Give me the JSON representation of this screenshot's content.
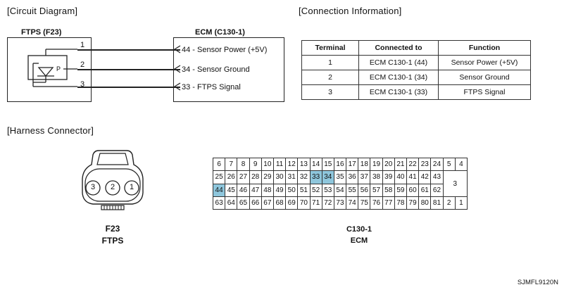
{
  "circuit": {
    "title": "[Circuit Diagram]",
    "ftps_label": "FTPS (F23)",
    "ecm_label": "ECM (C130-1)",
    "sensor_p": "P",
    "wire_nums": [
      "1",
      "2",
      "3"
    ],
    "ecm_pins": [
      "44 - Sensor Power (+5V)",
      "34 - Sensor Ground",
      "33 - FTPS Signal"
    ]
  },
  "connection": {
    "title": "[Connection Information]",
    "headers": [
      "Terminal",
      "Connected to",
      "Function"
    ],
    "rows": [
      [
        "1",
        "ECM C130-1 (44)",
        "Sensor Power (+5V)"
      ],
      [
        "2",
        "ECM C130-1 (34)",
        "Sensor Ground"
      ],
      [
        "3",
        "ECM C130-1 (33)",
        "FTPS Signal"
      ]
    ]
  },
  "harness": {
    "title": "[Harness Connector]",
    "f23_pins": [
      "3",
      "2",
      "1"
    ],
    "f23_label": "F23",
    "f23_name": "FTPS",
    "ecm_row1": [
      "6",
      "7",
      "8",
      "9",
      "10",
      "11",
      "12",
      "13",
      "14",
      "15",
      "16",
      "17",
      "18",
      "19",
      "20",
      "21",
      "22",
      "23",
      "24",
      "5",
      "4"
    ],
    "ecm_row2": [
      "25",
      "26",
      "27",
      "28",
      "29",
      "30",
      "31",
      "32",
      "33",
      "34",
      "35",
      "36",
      "37",
      "38",
      "39",
      "40",
      "41",
      "42",
      "43"
    ],
    "ecm_row3": [
      "44",
      "45",
      "46",
      "47",
      "48",
      "49",
      "50",
      "51",
      "52",
      "53",
      "54",
      "55",
      "56",
      "57",
      "58",
      "59",
      "60",
      "61",
      "62"
    ],
    "ecm_row4": [
      "63",
      "64",
      "65",
      "66",
      "67",
      "68",
      "69",
      "70",
      "71",
      "72",
      "73",
      "74",
      "75",
      "76",
      "77",
      "78",
      "79",
      "80",
      "81",
      "2",
      "1"
    ],
    "ecm_merged_pin": "3",
    "highlight_pins": [
      "33",
      "34",
      "44"
    ],
    "highlight_color": "#8ec6dc",
    "ecm_label": "C130-1",
    "ecm_name": "ECM"
  },
  "footer": {
    "code": "SJMFL9120N"
  }
}
